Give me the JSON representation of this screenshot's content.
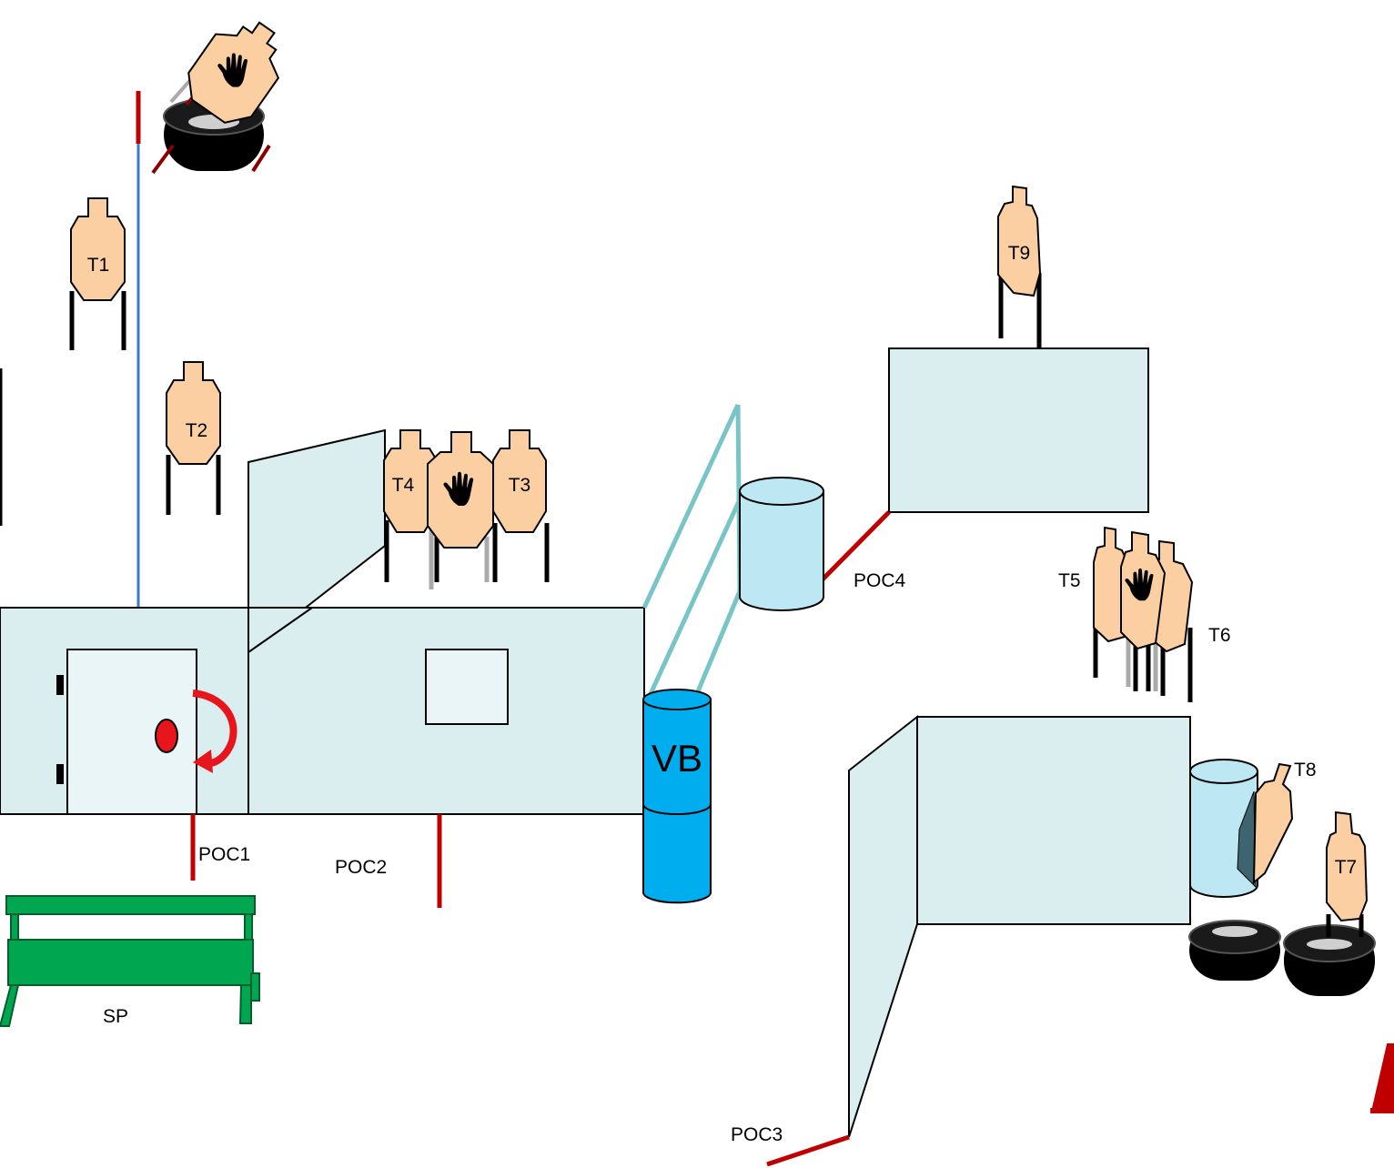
{
  "targets": {
    "t1": "T1",
    "t2": "T2",
    "t3": "T3",
    "t4": "T4",
    "t5": "T5",
    "t6": "T6",
    "t7": "T7",
    "t8": "T8",
    "t9": "T9"
  },
  "points_of_cover": {
    "poc1": "POC1",
    "poc2": "POC2",
    "poc3": "POC3",
    "poc4": "POC4"
  },
  "start_position": "SP",
  "visual_barrier": "VB",
  "colors": {
    "target_fill": "#fccfa2",
    "wall_fill": "#daeef0",
    "barrel_light": "#bde8f3",
    "barrel_blue": "#00aeef",
    "fault_line": "#c00000",
    "rope_line": "#3a7cc6",
    "table_green": "#00a650",
    "tire_black": "#000000",
    "cone_red": "#c00000"
  },
  "icons": {
    "no_shoot": "hand-icon",
    "door_swing": "curved-arrow-icon",
    "door_knob": "red-circle-icon",
    "cone": "traffic-cone-icon",
    "tire": "tire-stack-icon"
  }
}
